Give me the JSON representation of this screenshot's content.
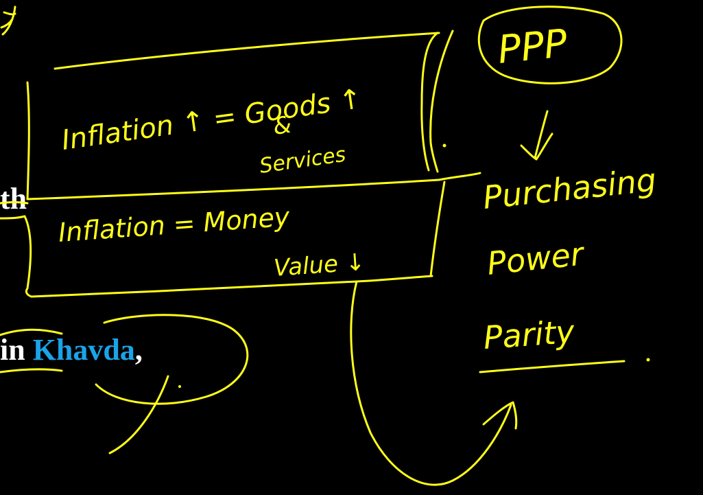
{
  "slide": {
    "fragment_top": "th",
    "fragment_bottom_prefix": "in ",
    "fragment_bottom_highlight": "Khavda",
    "fragment_bottom_suffix": ","
  },
  "annotations": {
    "box_top": {
      "line1": "Inflation ↑ = Goods ↑",
      "line2": "&",
      "line3": "Services"
    },
    "box_bottom": {
      "line1": "Inflation = Money",
      "line2": "Value ↓"
    },
    "ppp": {
      "acronym": "PPP",
      "line1": "Purchasing",
      "line2": "Power",
      "line3": "Parity"
    }
  },
  "colors": {
    "background": "#000000",
    "ink": "#ffff1a",
    "text": "#ffffff",
    "highlight": "#1aa3e8"
  }
}
